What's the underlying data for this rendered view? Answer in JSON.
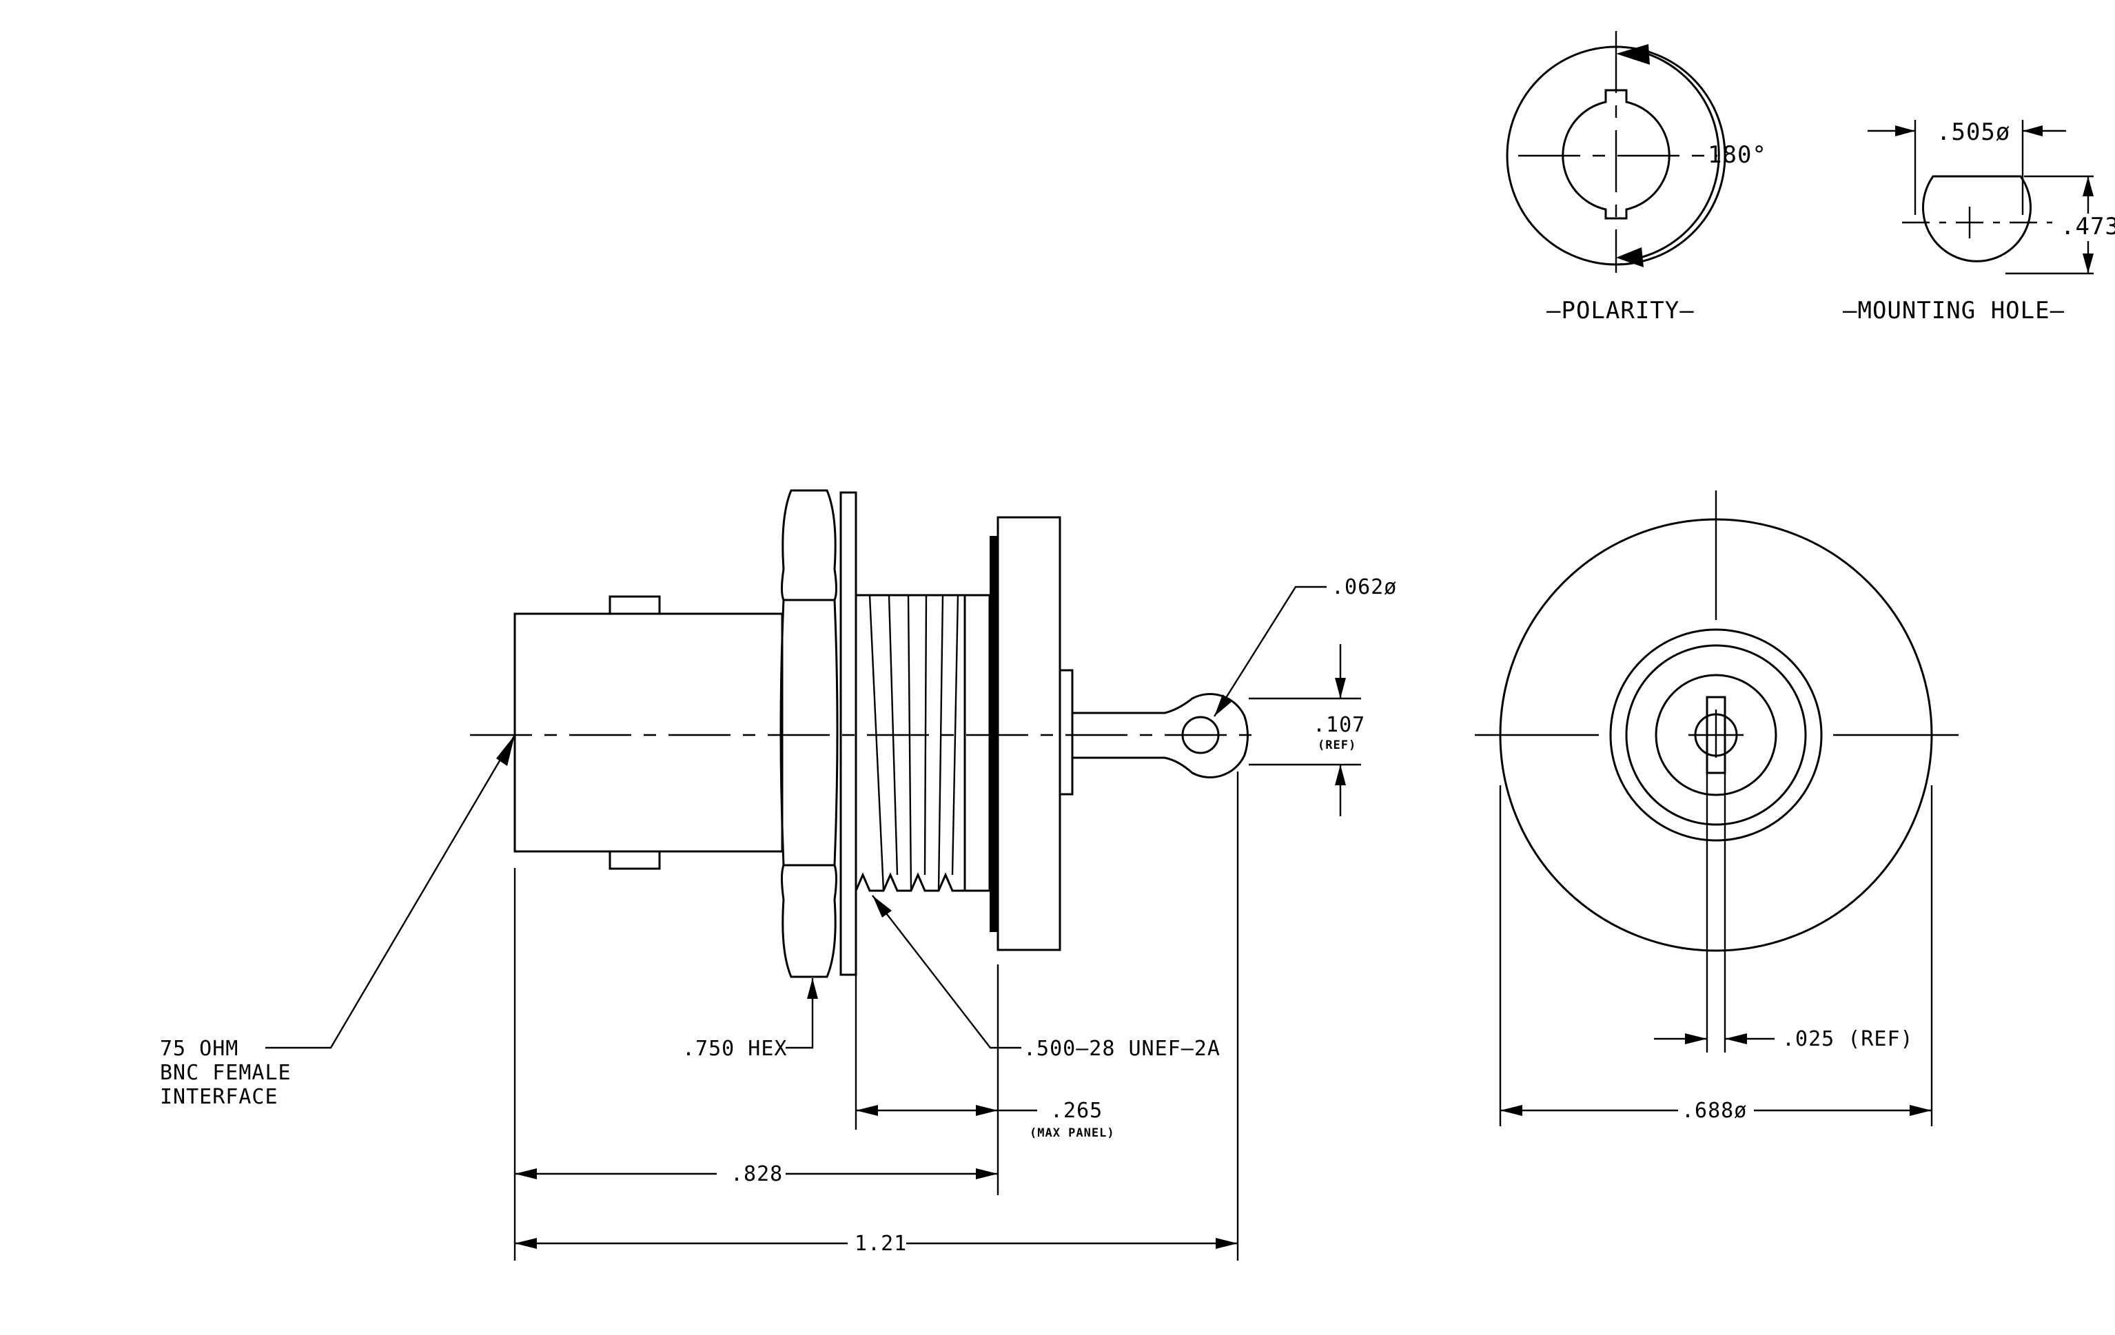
{
  "views": {
    "polarity": {
      "title": "–POLARITY–",
      "angle_label": "180°"
    },
    "mounting_hole": {
      "title": "–MOUNTING HOLE–",
      "diameter_label": ".505ø",
      "flat_label": ".473"
    },
    "side": {
      "interface_label": [
        "75 OHM",
        "BNC FEMALE",
        "INTERFACE"
      ],
      "hex_label": ".750 HEX",
      "thread_label": ".500–28 UNEF–2A",
      "panel_label": ".265",
      "panel_note": "(MAX PANEL)",
      "body_length": ".828",
      "overall_length": "1.21",
      "eyelet_hole": ".062ø",
      "tab_width": ".107",
      "tab_width_note": "(REF)"
    },
    "end": {
      "pin_slot_label": ".025 (REF)",
      "diameter_label": ".688ø"
    }
  },
  "colors": {
    "line": "#000000",
    "background": "#ffffff"
  }
}
